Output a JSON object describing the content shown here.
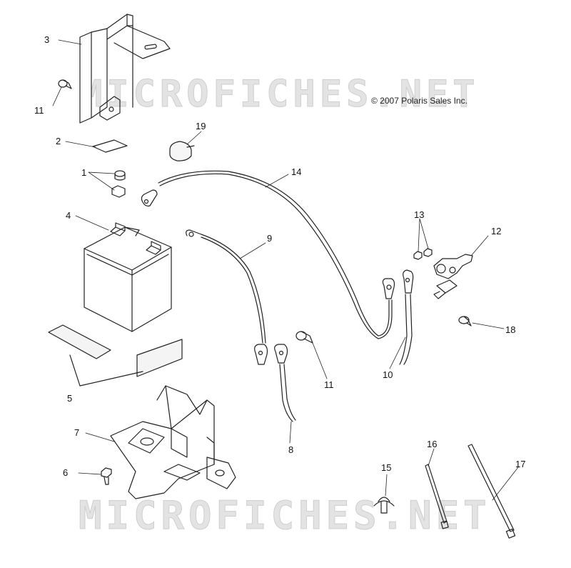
{
  "watermark": "MICROFICHES.NET",
  "copyright": "© 2007 Polaris Sales Inc.",
  "callouts": [
    {
      "id": "c3",
      "label": "3"
    },
    {
      "id": "c11a",
      "label": "11"
    },
    {
      "id": "c2",
      "label": "2"
    },
    {
      "id": "c19",
      "label": "19"
    },
    {
      "id": "c1",
      "label": "1"
    },
    {
      "id": "c14",
      "label": "14"
    },
    {
      "id": "c4",
      "label": "4"
    },
    {
      "id": "c9",
      "label": "9"
    },
    {
      "id": "c13",
      "label": "13"
    },
    {
      "id": "c12",
      "label": "12"
    },
    {
      "id": "c18",
      "label": "18"
    },
    {
      "id": "c11b",
      "label": "11"
    },
    {
      "id": "c10",
      "label": "10"
    },
    {
      "id": "c5",
      "label": "5"
    },
    {
      "id": "c7",
      "label": "7"
    },
    {
      "id": "c8",
      "label": "8"
    },
    {
      "id": "c6",
      "label": "6"
    },
    {
      "id": "c15",
      "label": "15"
    },
    {
      "id": "c16",
      "label": "16"
    },
    {
      "id": "c17",
      "label": "17"
    }
  ]
}
